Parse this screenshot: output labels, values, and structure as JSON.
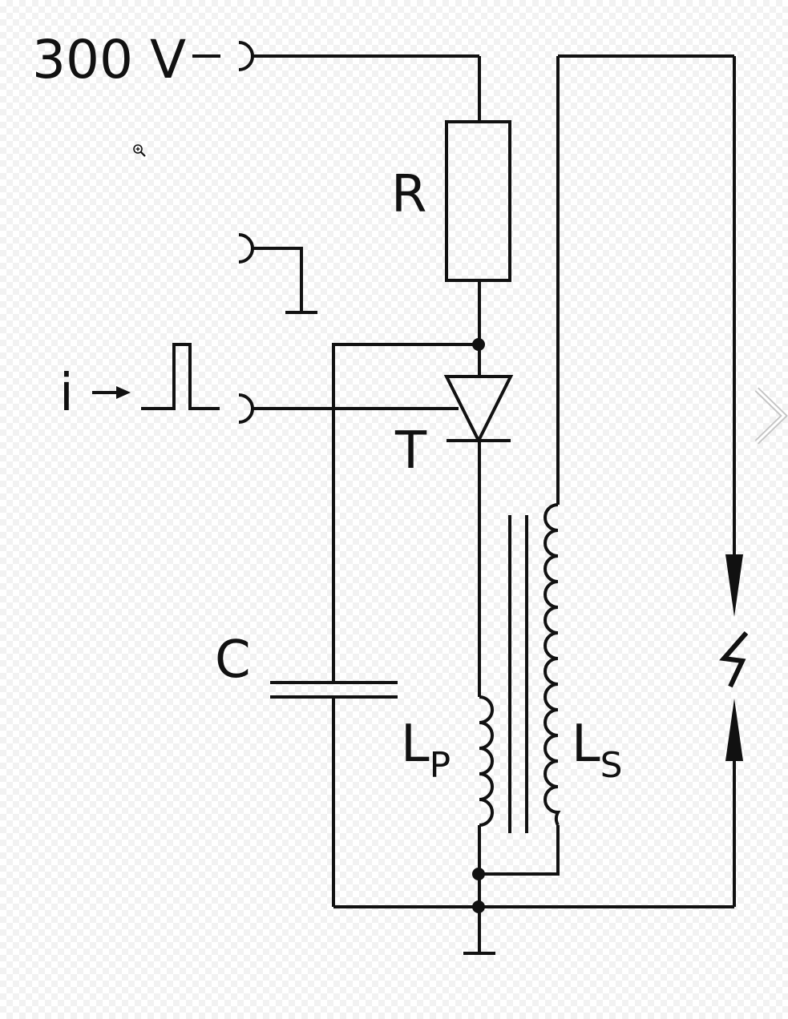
{
  "viewer": {
    "cursor_icon": "zoom-in-icon",
    "next_icon": "chevron-right-icon"
  },
  "diagram": {
    "labels": {
      "supply": "300 V",
      "resistor": "R",
      "thyristor": "T",
      "capacitor": "C",
      "primary": "L",
      "primary_sub": "P",
      "secondary": "L",
      "secondary_sub": "S",
      "input": "i"
    },
    "colors": {
      "line": "#111111",
      "background": "#ffffff",
      "checker": "#f2f2f2"
    }
  }
}
